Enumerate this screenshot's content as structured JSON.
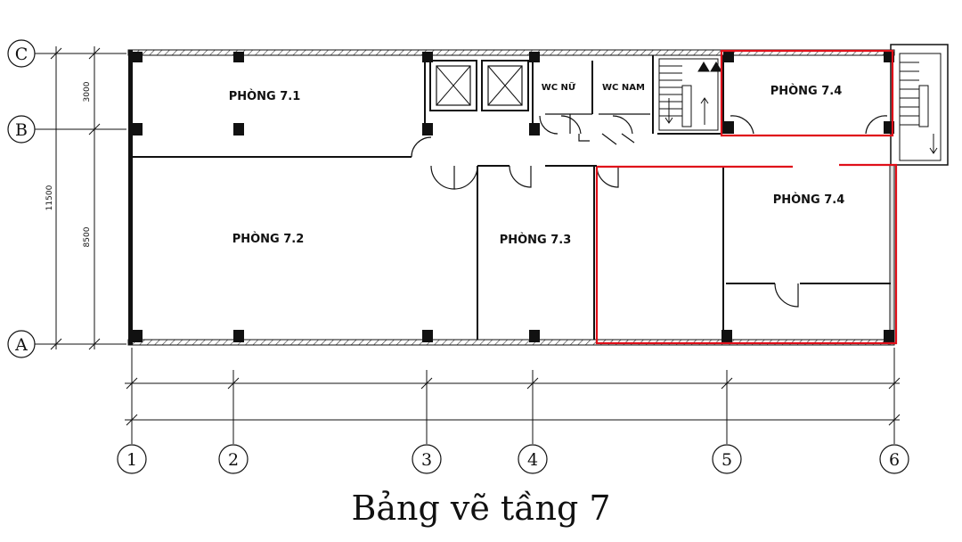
{
  "caption": "Bảng vẽ tầng 7",
  "rooms": {
    "r71": "PHÒNG 7.1",
    "r72": "PHÒNG 7.2",
    "r73": "PHÒNG 7.3",
    "r74_top": "PHÒNG 7.4",
    "r74_main": "PHÒNG 7.4",
    "wc_female": "WC NỮ",
    "wc_male": "WC NAM"
  },
  "grid_axes": {
    "rows": [
      "C",
      "B",
      "A"
    ],
    "columns": [
      "1",
      "2",
      "3",
      "4",
      "5",
      "6"
    ]
  },
  "dimensions": {
    "total": "11500",
    "upper": "3000",
    "lower": "8500"
  },
  "colors": {
    "wall": "#111111",
    "highlight": "#e0101a"
  }
}
